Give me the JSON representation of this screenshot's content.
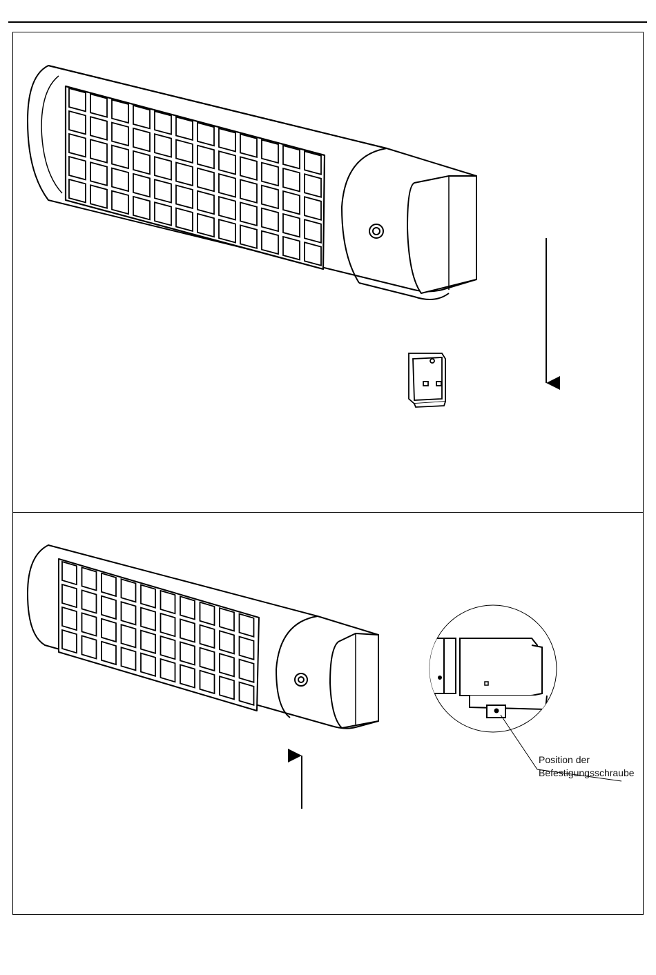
{
  "panels": [
    {
      "name": "step-1",
      "arrow": "down",
      "parts": [
        "heater",
        "wall-bracket"
      ]
    },
    {
      "name": "step-2",
      "arrow": "up",
      "parts": [
        "heater",
        "detail-magnifier"
      ]
    }
  ],
  "callout": {
    "line1": "Position der",
    "line2": "Befestigungsschraube"
  }
}
